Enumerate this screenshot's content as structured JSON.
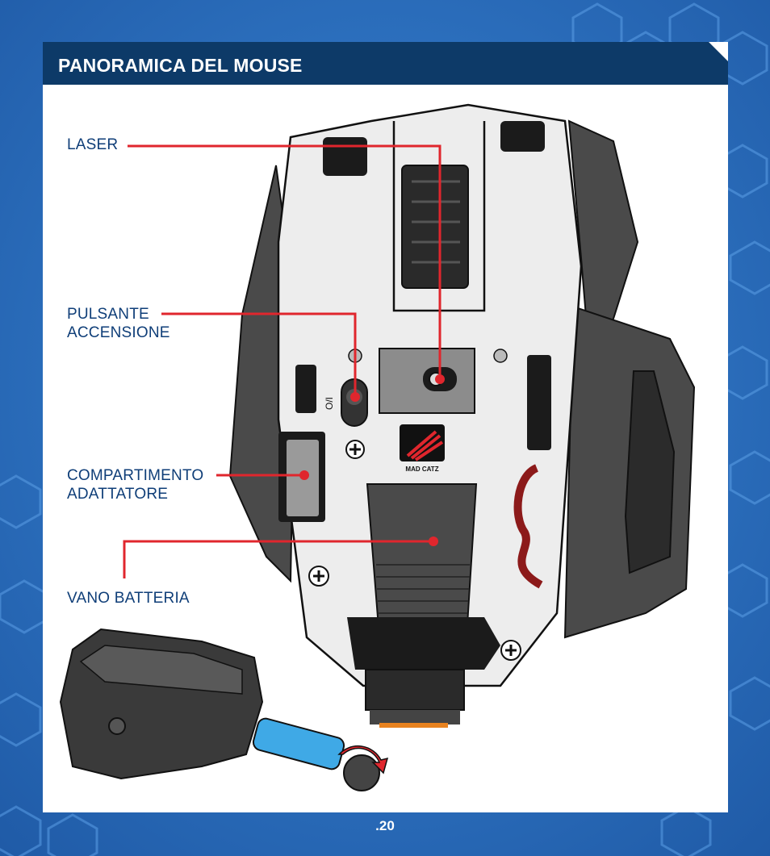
{
  "header": {
    "title": "PANORAMICA DEL MOUSE"
  },
  "callouts": {
    "laser": "LASER",
    "power_button_line1": "PULSANTE",
    "power_button_line2": "ACCENSIONE",
    "adapter_compartment_line1": "COMPARTIMENTO",
    "adapter_compartment_line2": "ADATTATORE",
    "battery_compartment": "VANO BATTERIA"
  },
  "mouse": {
    "logo_text": "MAD CATZ",
    "switch_label": "O/I"
  },
  "footer": {
    "page_number": ".20"
  },
  "colors": {
    "background": "#2f6fbe",
    "header": "#0d3a68",
    "label_text": "#0f3e78",
    "callout_line": "#e0262d",
    "battery": "#3fa9e6"
  }
}
